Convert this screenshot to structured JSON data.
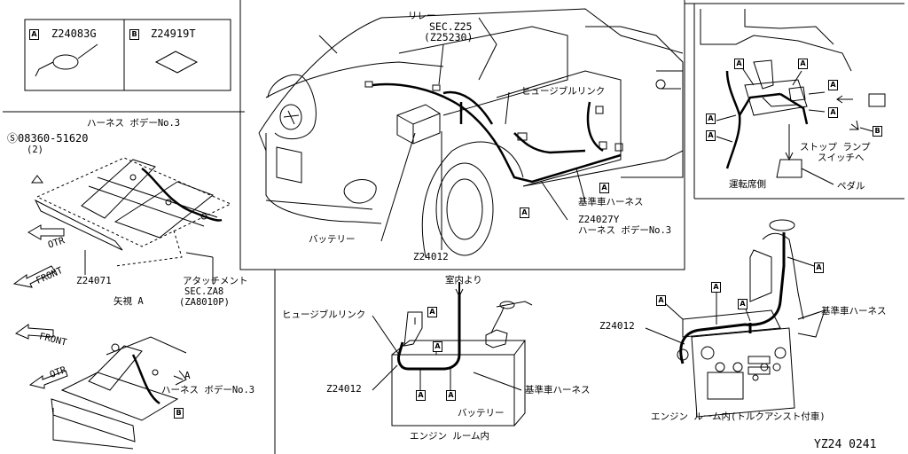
{
  "legend": {
    "a_code": "A",
    "a_part": "Z24083G",
    "b_code": "B",
    "b_part": "Z24919T"
  },
  "left_view": {
    "bolt": "08360-51620",
    "bolt_qty": "(2)",
    "harness_body_top": "ハーネス ボデーNo.3",
    "otr": "OTR",
    "front": "FRONT",
    "part_z24071": "Z24071",
    "attachment_line1": "アタッチメント",
    "attachment_line2": "SEC.ZA8",
    "attachment_line3": "(ZA8010P)",
    "view_a": "矢視 A",
    "front2": "FRONT",
    "otr2": "OTR",
    "arrow_a": "A",
    "harness_body_bottom": "ハーネス ボデーNo.3",
    "tag_b": "B"
  },
  "center_view": {
    "relay": "リレー",
    "sec": "SEC.Z25",
    "sec_code": "(Z25230)",
    "fusible_link": "ヒュージブルリンク",
    "battery": "バッテリー",
    "standard_harness": "基準車ハーネス",
    "part_z24027y": "Z24027Y",
    "harness_body3": "ハーネス ボデーNo.3",
    "part_z24012": "Z24012",
    "tag_a": "A"
  },
  "engine_room": {
    "from_interior": "室内より",
    "fusible_link": "ヒュージブルリンク",
    "part_z24012": "Z24012",
    "standard_harness": "基準車ハーネス",
    "battery": "バッテリー",
    "caption": "エンジン ルーム内",
    "tag_a": "A"
  },
  "driver_side": {
    "stop_lamp_line1": "ストップ ランプ",
    "stop_lamp_line2": "スイッチへ",
    "pedal": "ペダル",
    "caption": "運転席側",
    "tag_a": "A",
    "tag_b": "B"
  },
  "engine_room_torque": {
    "part_z24012": "Z24012",
    "standard_harness": "基準車ハーネス",
    "caption": "エンジン ルーム内(トルクアシスト付車)",
    "tag_a": "A"
  },
  "page_code": "YZ24  0241"
}
